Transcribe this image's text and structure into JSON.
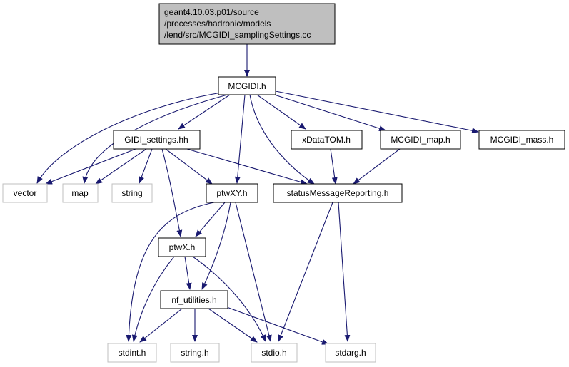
{
  "graph": {
    "root": {
      "lines": [
        "geant4.10.03.p01/source",
        "/processes/hadronic/models",
        "/lend/src/MCGIDI_samplingSettings.cc"
      ]
    },
    "nodes": {
      "mcgidi_h": "MCGIDI.h",
      "gidi_settings": "GIDI_settings.hh",
      "xdatatom": "xDataTOM.h",
      "mcgidi_map": "MCGIDI_map.h",
      "mcgidi_mass": "MCGIDI_mass.h",
      "vector": "vector",
      "map": "map",
      "string": "string",
      "ptwxy": "ptwXY.h",
      "status_msg": "statusMessageReporting.h",
      "ptwx": "ptwX.h",
      "nf_utilities": "nf_utilities.h",
      "stdint": "stdint.h",
      "string_h": "string.h",
      "stdio": "stdio.h",
      "stdarg": "stdarg.h"
    },
    "colors": {
      "edge": "#191970",
      "root_fill": "#bfbfbf",
      "node_border": "#000000",
      "external_border": "#bfbfbf"
    }
  }
}
